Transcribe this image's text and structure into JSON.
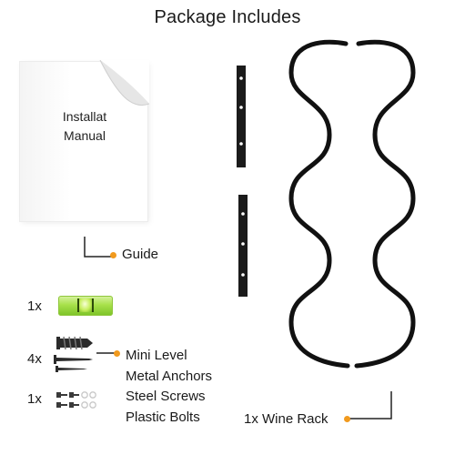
{
  "title": "Package Includes",
  "manual": {
    "line1": "Installat",
    "line2": "Manual"
  },
  "guide": {
    "label": "Guide"
  },
  "level_item": {
    "qty": "1x"
  },
  "anchors_item": {
    "qty": "4x"
  },
  "small_parts_item": {
    "qty": "1x"
  },
  "parts_list": [
    "Mini Level",
    "Metal Anchors",
    "Steel Screws",
    "Plastic Bolts"
  ],
  "wine_rack": {
    "label": "1x Wine Rack"
  },
  "colors": {
    "accent_dot": "#f19a1e",
    "level_green": "#a8e14b",
    "metal": "#111111"
  },
  "icons": [
    "manual-page-icon",
    "bubble-level-icon",
    "anchor-screw-icon",
    "bolt-icon",
    "wall-bracket-icon",
    "wine-rack-icon"
  ]
}
